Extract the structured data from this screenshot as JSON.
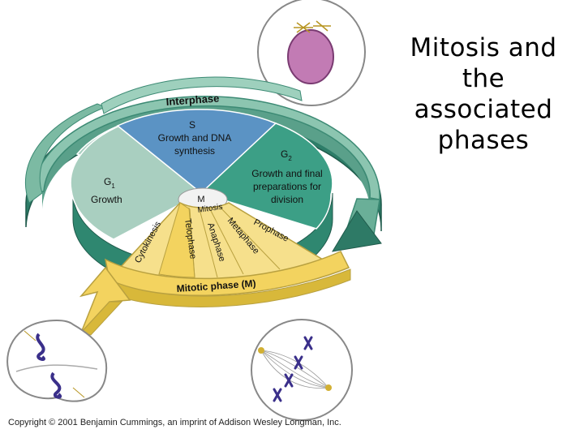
{
  "title_lines": [
    "Mitosis and",
    "the",
    "associated",
    "phases"
  ],
  "diagram": {
    "interphase_label": "Interphase",
    "s": {
      "name": "S",
      "desc_line1": "Growth and DNA",
      "desc_line2": "synthesis"
    },
    "g1": {
      "name": "G",
      "sub": "1",
      "desc": "Growth"
    },
    "g2": {
      "name": "G",
      "sub": "2",
      "desc_line1": "Growth and final",
      "desc_line2": "preparations for",
      "desc_line3": "division"
    },
    "m_label": "M",
    "mitosis_label": "Mitosis",
    "phases": [
      "Cytokinesis",
      "Telophase",
      "Anaphase",
      "Metaphase",
      "Prophase"
    ],
    "mitotic_phase_label": "Mitotic phase (M)"
  },
  "copyright": "Copyright © 2001 Benjamin Cummings, an imprint of Addison Wesley Longman, Inc.",
  "colors": {
    "s_blue": "#5b93c4",
    "g1_green": "#a9cfc0",
    "g2_teal": "#3c9f86",
    "ring_green": "#6fb19b",
    "mitotic_yellow": "#f6e08c",
    "nucleus_purple": "#c27bb4"
  }
}
